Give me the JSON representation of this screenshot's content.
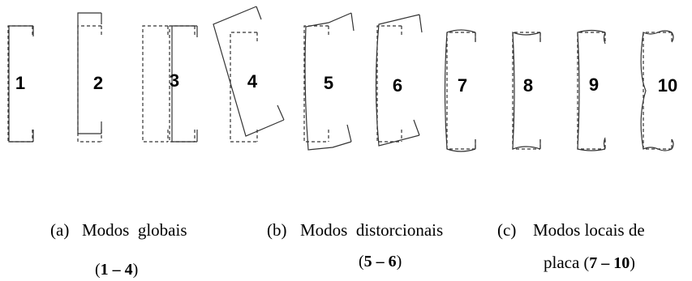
{
  "modes": [
    {
      "label": "1"
    },
    {
      "label": "2"
    },
    {
      "label": "3"
    },
    {
      "label": "4"
    },
    {
      "label": "5"
    },
    {
      "label": "6"
    },
    {
      "label": "7"
    },
    {
      "label": "8"
    },
    {
      "label": "9"
    },
    {
      "label": "10"
    }
  ],
  "captions": {
    "a": {
      "tag": "(a)",
      "text": "Modos  globais",
      "range_open": "(",
      "range_bold": "1 – 4",
      "range_close": ")"
    },
    "b": {
      "tag": "(b)",
      "text": "Modos  distorcionais",
      "range_open": "(",
      "range_bold": "5 – 6",
      "range_close": ")"
    },
    "c": {
      "tag": "(c)",
      "text": "Modos locais de",
      "text2": "placa",
      "range_open": "(",
      "range_bold": "7 – 10",
      "range_close": ")"
    }
  }
}
